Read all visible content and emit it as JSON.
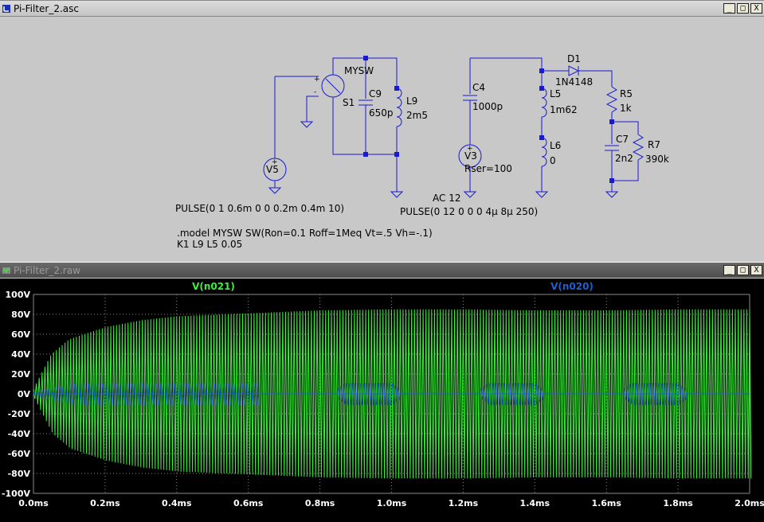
{
  "schematic_window": {
    "title": "Pi-Filter_2.asc",
    "buttons": [
      "_",
      "□",
      "X"
    ],
    "components": {
      "switch_model": "MYSW",
      "switch_ref": "S1",
      "c9_ref": "C9",
      "c9_val": "650p",
      "l9_ref": "L9",
      "l9_val": "2m5",
      "v5_ref": "V5",
      "c4_ref": "C4",
      "c4_val": "1000p",
      "v3_ref": "V3",
      "v3_rser": "Rser=100",
      "l5_ref": "L5",
      "l5_val": "1m62",
      "l6_ref": "L6",
      "l6_val": "0",
      "d1_ref": "D1",
      "d1_val": "1N4148",
      "r5_ref": "R5",
      "r5_val": "1k",
      "c7_ref": "C7",
      "c7_val": "2n2",
      "r7_ref": "R7",
      "r7_val": "390k"
    },
    "directives": {
      "v5_pulse": "PULSE(0 1 0.6m 0 0 0.2m 0.4m 10)",
      "v3_ac": "AC 12",
      "v3_pulse": "PULSE(0 12 0 0 0 4µ 8µ 250)",
      "model": ".model MYSW SW(Ron=0.1 Roff=1Meq Vt=.5 Vh=-.1)",
      "coupling": "K1 L9 L5 0.05"
    }
  },
  "waveform_window": {
    "title": "Pi-Filter_2.raw",
    "buttons": [
      "_",
      "□",
      "X"
    ],
    "colors": {
      "background": "#000000",
      "trace_green": "#3cf03c",
      "trace_blue": "#1f5fd0",
      "grid": "#8a8a8a"
    }
  },
  "chart_data": {
    "type": "line",
    "series": [
      {
        "name": "V(n021)",
        "color": "#3cf03c",
        "description_values": {
          "envelope_time_ms": [
            0,
            0.05,
            0.1,
            0.2,
            0.3,
            0.4,
            0.6,
            0.8,
            1.0,
            1.2,
            1.4,
            1.6,
            1.8,
            2.0
          ],
          "envelope_amplitude_V": [
            5,
            40,
            55,
            67,
            74,
            78,
            81,
            84,
            85,
            85,
            84,
            84,
            85,
            85
          ],
          "oscillation_period_ms": 0.008
        }
      },
      {
        "name": "V(n020)",
        "color": "#1f5fd0",
        "description_values": {
          "burst_windows_ms": [
            [
              0.0,
              0.62
            ],
            [
              0.85,
              1.02
            ],
            [
              1.25,
              1.42
            ],
            [
              1.65,
              1.82
            ]
          ],
          "burst_amplitude_V": 11
        }
      }
    ],
    "xlim": [
      0,
      2.0
    ],
    "ylim": [
      -100,
      100
    ],
    "x_ticks": [
      "0.0ms",
      "0.2ms",
      "0.4ms",
      "0.6ms",
      "0.8ms",
      "1.0ms",
      "1.2ms",
      "1.4ms",
      "1.6ms",
      "1.8ms",
      "2.0ms"
    ],
    "y_ticks": [
      "100V",
      "80V",
      "60V",
      "40V",
      "20V",
      "0V",
      "-20V",
      "-40V",
      "-60V",
      "-80V",
      "-100V"
    ],
    "grid": true
  }
}
